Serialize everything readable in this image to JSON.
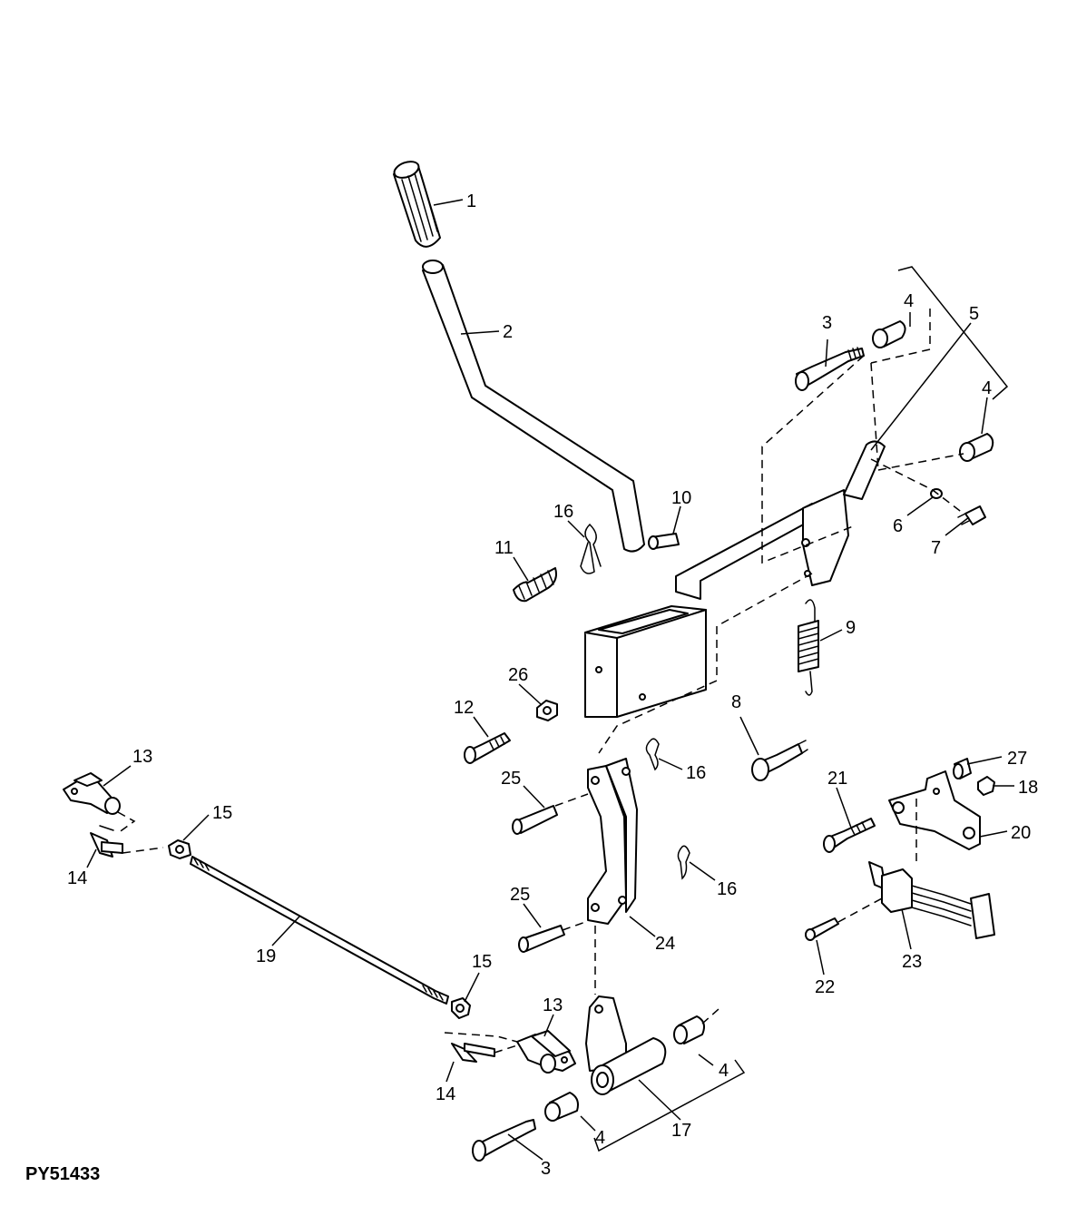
{
  "figure_id": "PY51433",
  "callouts": {
    "c1": "1",
    "c2": "2",
    "c3a": "3",
    "c3b": "3",
    "c4a": "4",
    "c4b": "4",
    "c4c": "4",
    "c4d": "4",
    "c5": "5",
    "c6": "6",
    "c7": "7",
    "c8": "8",
    "c9": "9",
    "c10": "10",
    "c11": "11",
    "c12": "12",
    "c13a": "13",
    "c13b": "13",
    "c14a": "14",
    "c14b": "14",
    "c15a": "15",
    "c15b": "15",
    "c16a": "16",
    "c16b": "16",
    "c16c": "16",
    "c17": "17",
    "c18": "18",
    "c19": "19",
    "c20": "20",
    "c21": "21",
    "c22": "22",
    "c23": "23",
    "c24": "24",
    "c25a": "25",
    "c25b": "25",
    "c26": "26",
    "c27": "27"
  }
}
